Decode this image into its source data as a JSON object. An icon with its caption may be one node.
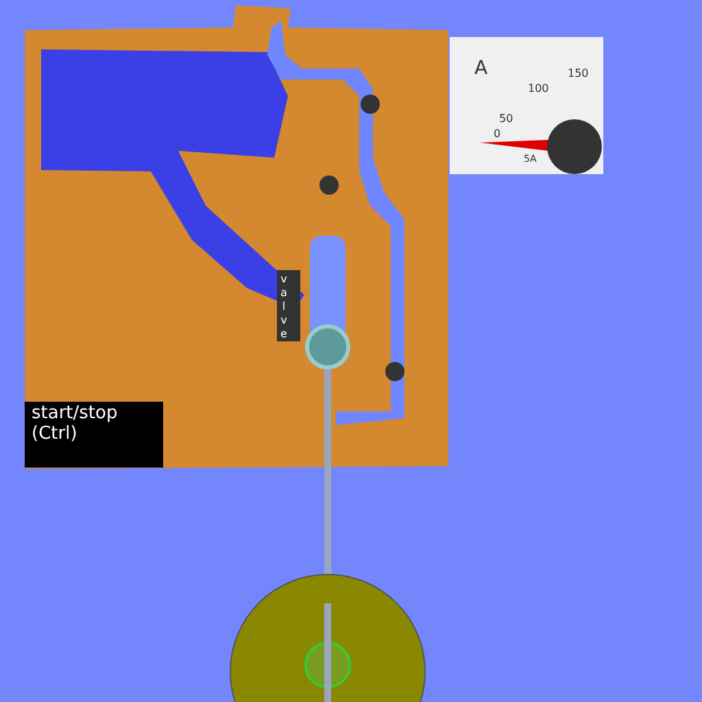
{
  "diagram": {
    "labels": [
      "A",
      "0",
      "50",
      "100",
      "150",
      "5A",
      "valve",
      "start/stop (Ctrl)"
    ]
  }
}
